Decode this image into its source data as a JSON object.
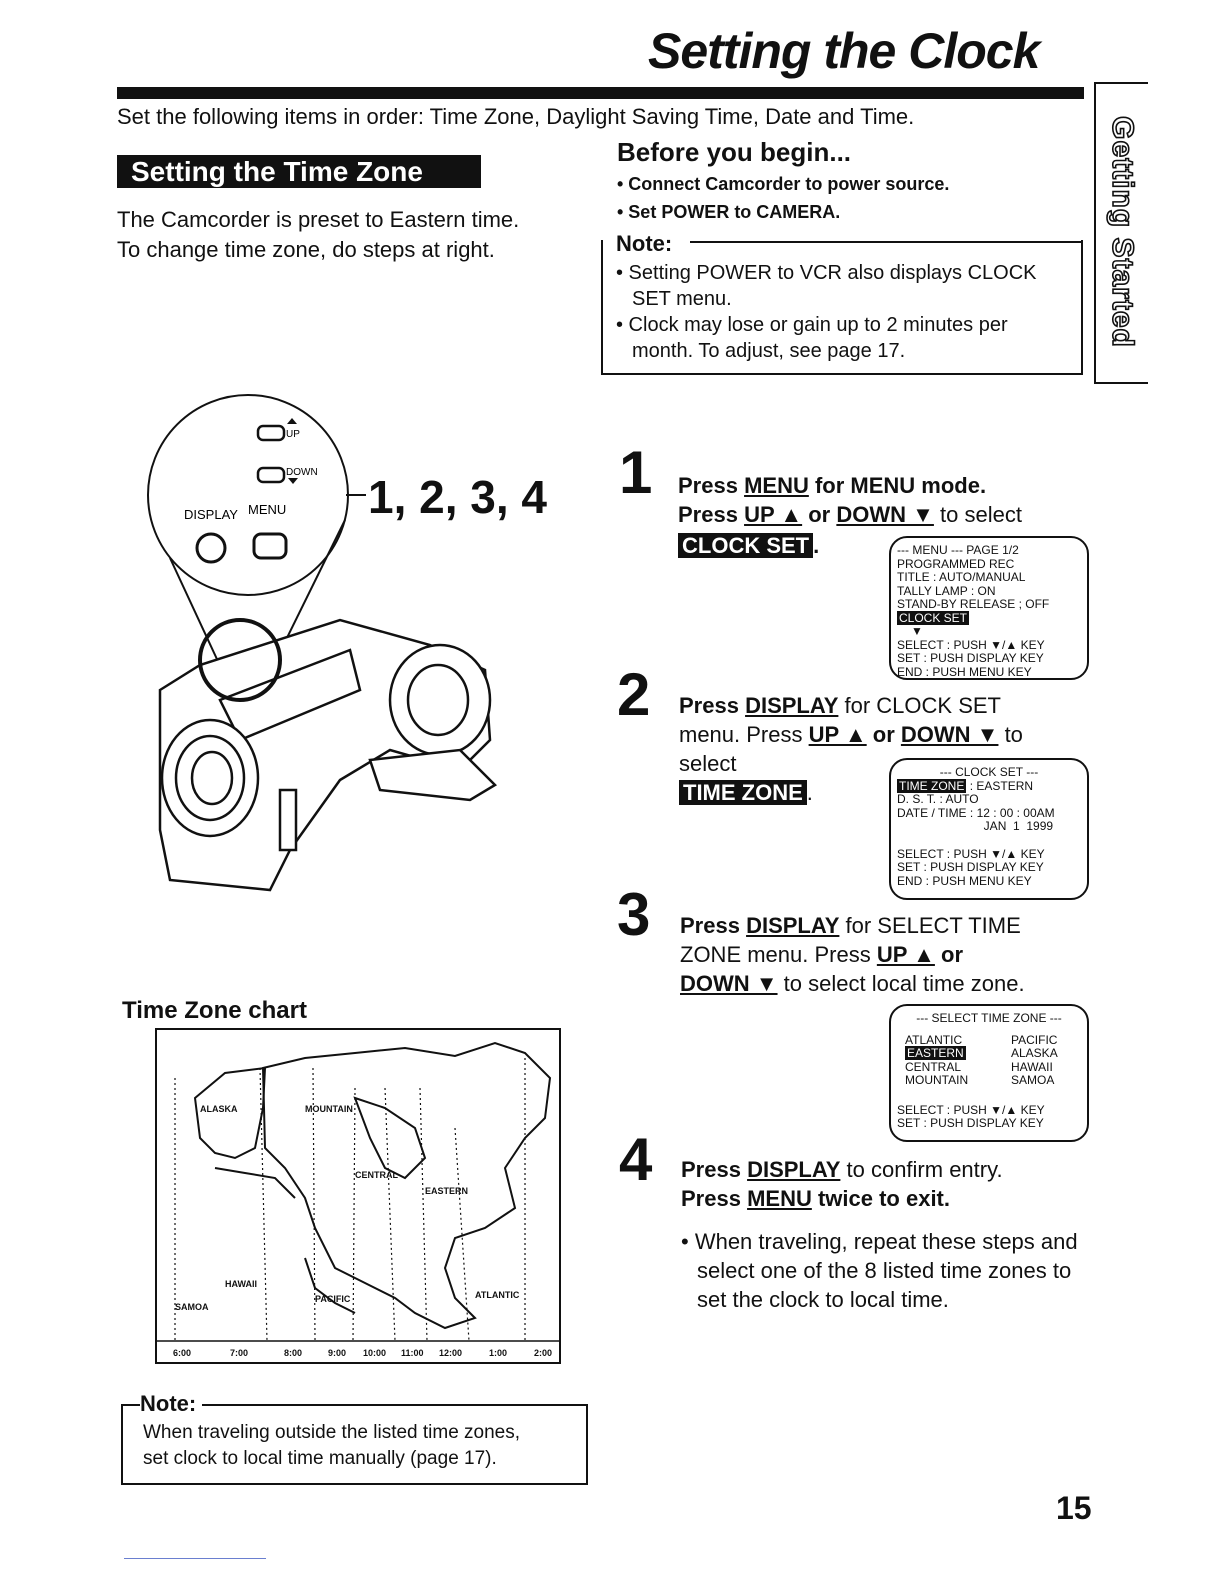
{
  "page": {
    "title": "Setting the Clock",
    "intro": "Set the following items in order: Time Zone, Daylight Saving Time, Date and Time.",
    "side_tab": "Getting Started",
    "page_number": "15"
  },
  "time_zone": {
    "heading": "Setting the Time Zone",
    "text_1": "The Camcorder is preset to Eastern time.",
    "text_2": "To change time zone, do steps at right."
  },
  "before": {
    "title": "Before you begin...",
    "items": [
      "• Connect Camcorder to power source.",
      "• Set POWER to CAMERA."
    ]
  },
  "note_top": {
    "title": "Note:",
    "items": [
      "• Setting POWER to VCR also displays CLOCK SET menu.",
      "• Clock may lose or gain up to 2 minutes per month. To adjust, see page 17."
    ]
  },
  "illustration": {
    "up_label": "UP",
    "down_label": "DOWN",
    "display_label": "DISPLAY",
    "menu_label": "MENU",
    "callout": "1, 2, 3, 4"
  },
  "steps": [
    {
      "num": "1"
    },
    {
      "num": "2"
    },
    {
      "num": "3"
    },
    {
      "num": "4"
    }
  ],
  "step1": {
    "a": "Press ",
    "a_u": "MENU",
    "a_end": " for MENU mode.",
    "b": "Press ",
    "b_u1": "UP ▲",
    "b_mid": " or ",
    "b_u2": "DOWN ▼",
    "b_end": " to select",
    "hl": "CLOCK SET",
    "screen": {
      "header": "--- MENU ---    PAGE 1/2",
      "lines": [
        "PROGRAMMED REC",
        "TITLE          : AUTO/MANUAL",
        "TALLY LAMP          : ON",
        "STAND-BY RELEASE  ; OFF"
      ],
      "selected": "CLOCK SET",
      "arrow": "▼",
      "footer": [
        "SELECT : PUSH ▼/▲ KEY",
        "SET    : PUSH DISPLAY KEY",
        "END    : PUSH MENU KEY"
      ]
    }
  },
  "step2": {
    "a": "Press ",
    "a_u": "DISPLAY",
    "a_end": " for CLOCK SET",
    "b": "menu. Press ",
    "b_u1": "UP ▲",
    "b_mid": " or ",
    "b_u2": "DOWN ▼",
    "b_end": " to",
    "c": "select",
    "hl": "TIME ZONE",
    "screen": {
      "header": "--- CLOCK SET ---",
      "selected": "TIME ZONE",
      "selected_value": ": EASTERN",
      "lines": [
        "D. S. T.          : AUTO",
        "DATE / TIME  : 12 : 00 : 00AM",
        "                          JAN  1  1999"
      ],
      "footer": [
        "SELECT : PUSH ▼/▲ KEY",
        "SET    : PUSH DISPLAY KEY",
        "END    : PUSH MENU KEY"
      ]
    }
  },
  "step3": {
    "a": "Press ",
    "a_u": "DISPLAY",
    "a_end": " for SELECT TIME",
    "b": "ZONE menu. Press ",
    "b_u1": "UP ▲",
    "b_end": " or",
    "c_u": "DOWN ▼",
    "c_end": " to select local time zone.",
    "screen": {
      "header": "--- SELECT TIME ZONE ---",
      "left": [
        "ATLANTIC",
        "EASTERN",
        "CENTRAL",
        "MOUNTAIN"
      ],
      "right": [
        "PACIFIC",
        "ALASKA",
        "HAWAII",
        "SAMOA"
      ],
      "footer": [
        "SELECT : PUSH ▼/▲ KEY",
        "SET    : PUSH DISPLAY KEY"
      ]
    }
  },
  "step4": {
    "a": "Press ",
    "a_u": "DISPLAY",
    "a_end": " to confirm entry.",
    "b": "Press ",
    "b_u": "MENU",
    "b_end": " twice to exit.",
    "bullet": "• When traveling, repeat these steps and select one of the 8 listed time zones to set the clock to local time."
  },
  "chart": {
    "label": "Time Zone chart",
    "zones": [
      "ALASKA",
      "MOUNTAIN",
      "CENTRAL",
      "EASTERN",
      "HAWAII",
      "SAMOA",
      "PACIFIC",
      "ATLANTIC"
    ],
    "times": [
      "6:00",
      "7:00",
      "8:00",
      "9:00",
      "10:00",
      "11:00",
      "12:00",
      "1:00",
      "2:00"
    ]
  },
  "note_bottom": {
    "title": "Note:",
    "text_1": "When traveling outside the listed time zones,",
    "text_2": "set clock to local time manually (page 17)."
  }
}
